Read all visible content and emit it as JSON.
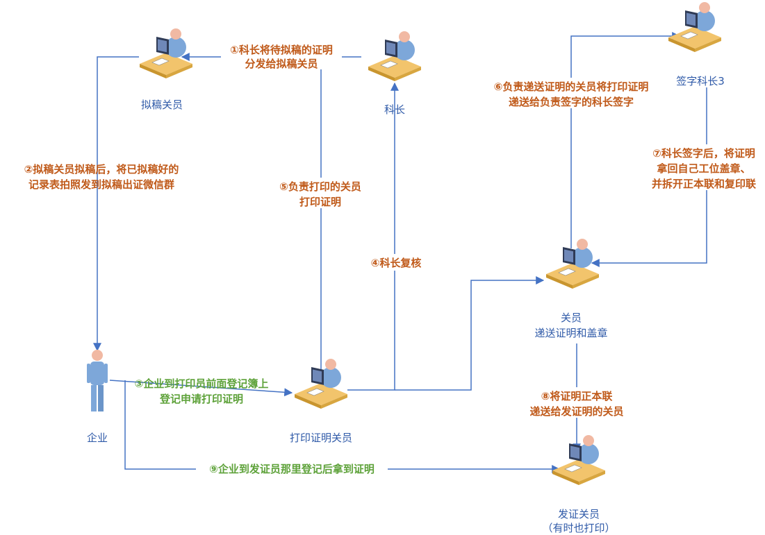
{
  "colors": {
    "arrow": "#4472c4",
    "role_text": "#2f5aa8",
    "step_orange": "#c05a1a",
    "step_green": "#5ea23a",
    "desk_top": "#f2c46c",
    "desk_side": "#c9952e",
    "monitor": "#2f3b56",
    "person_skin": "#f1b9a3",
    "person_shirt": "#7da7d9"
  },
  "nodes": {
    "drafter": {
      "label": "拟稿关员",
      "icon": "office-worker-at-desk"
    },
    "chief": {
      "label": "科长",
      "icon": "office-worker-at-desk"
    },
    "signer": {
      "label": "签字科长3",
      "icon": "office-worker-at-desk"
    },
    "stamp_officer": {
      "label_lines": [
        "关员",
        "递送证明和盖章"
      ],
      "icon": "office-worker-at-desk"
    },
    "enterprise": {
      "label": "企业",
      "icon": "standing-person"
    },
    "printer": {
      "label": "打印证明关员",
      "icon": "office-worker-at-desk"
    },
    "issuer": {
      "label_lines": [
        "发证关员",
        "（有时也打印）"
      ],
      "icon": "office-worker-at-desk"
    }
  },
  "steps": [
    {
      "id": "1",
      "color": "orange",
      "lines": [
        "①科长将待拟稿的证明",
        "分发给拟稿关员"
      ]
    },
    {
      "id": "2",
      "color": "orange",
      "lines": [
        "②拟稿关员拟稿后，将已拟稿好的",
        "记录表拍照发到拟稿出证微信群"
      ]
    },
    {
      "id": "3",
      "color": "green",
      "lines": [
        "③企业到打印员前面登记簿上",
        "登记申请打印证明"
      ]
    },
    {
      "id": "4",
      "color": "orange",
      "lines": [
        "④科长复核"
      ]
    },
    {
      "id": "5",
      "color": "orange",
      "lines": [
        "⑤负责打印的关员",
        "打印证明"
      ]
    },
    {
      "id": "6",
      "color": "orange",
      "lines": [
        "⑥负责递送证明的关员将打印证明",
        "递送给负责签字的科长签字"
      ]
    },
    {
      "id": "7",
      "color": "orange",
      "lines": [
        "⑦科长签字后，将证明",
        "拿回自己工位盖章、",
        "并拆开正本联和复印联"
      ]
    },
    {
      "id": "8",
      "color": "orange",
      "lines": [
        "⑧将证明正本联",
        "递送给发证明的关员"
      ]
    },
    {
      "id": "9",
      "color": "green",
      "lines": [
        "⑨企业到发证员那里登记后拿到证明"
      ]
    }
  ]
}
